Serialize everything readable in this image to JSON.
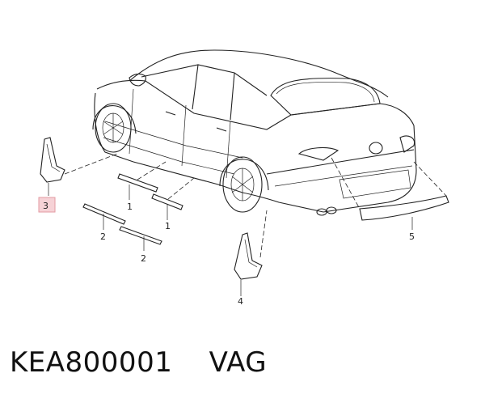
{
  "diagram": {
    "callouts": [
      {
        "id": "c1a",
        "label": "1"
      },
      {
        "id": "c1b",
        "label": "1"
      },
      {
        "id": "c2a",
        "label": "2"
      },
      {
        "id": "c2b",
        "label": "2"
      },
      {
        "id": "c3",
        "label": "3",
        "highlighted": true
      },
      {
        "id": "c4",
        "label": "4"
      },
      {
        "id": "c5",
        "label": "5"
      }
    ],
    "colors": {
      "line": "#222222",
      "highlight_fill": "#f6d2d6",
      "highlight_stroke": "#e39aa2"
    }
  },
  "footer": {
    "part_number": "KEA800001",
    "brand": "VAG"
  }
}
